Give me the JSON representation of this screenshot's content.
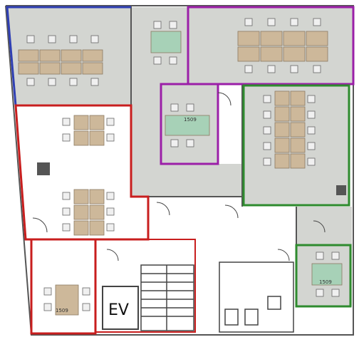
{
  "colors": {
    "zone_gray": "#d3d5d1",
    "wall": "#555555",
    "blue": "#2f3fb3",
    "purple": "#9b1fa8",
    "green": "#2e8b2e",
    "red": "#c81e1e",
    "desk": "#cdb89a",
    "desk_edge": "#8c7a62",
    "meeting_table": "#a7d1b7",
    "chair": "#f0f0f0",
    "chair_edge": "#666666",
    "tv": "#555555"
  },
  "labels": {
    "elevator": "EV",
    "room_1": "1509",
    "room_2": "1509",
    "room_3": "1509"
  }
}
